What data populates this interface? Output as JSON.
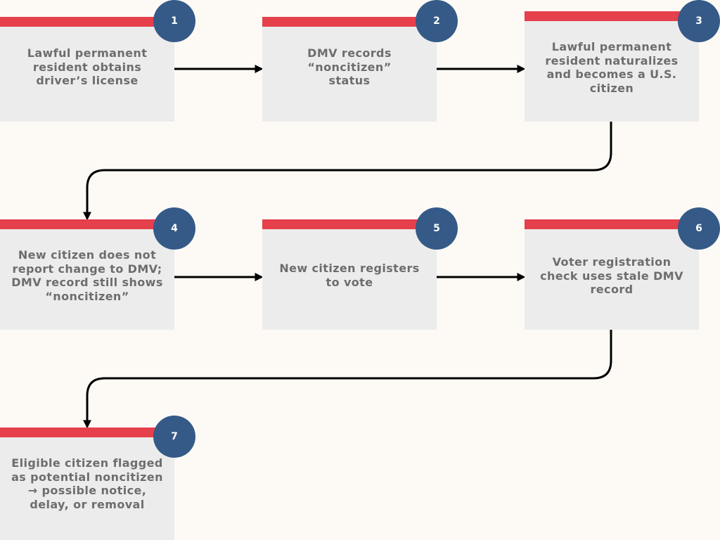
{
  "colors": {
    "background": "#fdfaf6",
    "card_fill": "#ececec",
    "card_accent_bar": "#e5404b",
    "badge_fill": "#355a88",
    "badge_text": "#ffffff",
    "card_text": "#6d6d6d",
    "arrow": "#000000"
  },
  "steps": [
    {
      "number": "1",
      "text": "Lawful permanent resident obtains driver’s license"
    },
    {
      "number": "2",
      "text": "DMV records “noncitizen” status"
    },
    {
      "number": "3",
      "text": "Lawful permanent resident naturalizes and becomes a U.S. citizen"
    },
    {
      "number": "4",
      "text": "New citizen does not report change to DMV; DMV record still shows “noncitizen”"
    },
    {
      "number": "5",
      "text": "New citizen registers to vote"
    },
    {
      "number": "6",
      "text": "Voter registration check uses stale DMV record"
    },
    {
      "number": "7",
      "text": "Eligible citizen flagged as potential noncitizen → possible notice, delay, or removal"
    }
  ]
}
